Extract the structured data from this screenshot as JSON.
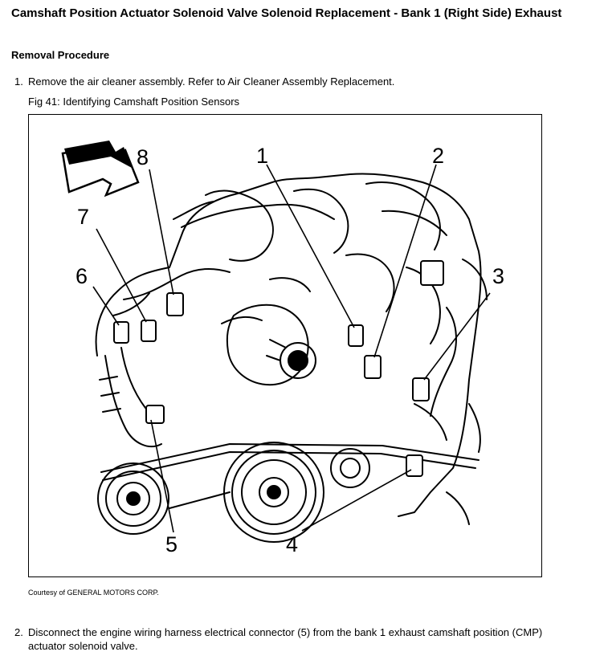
{
  "document": {
    "title": "Camshaft Position Actuator Solenoid Valve Solenoid Replacement - Bank 1 (Right Side) Exhaust",
    "section_heading": "Removal Procedure",
    "steps": [
      {
        "number": "1.",
        "text": "Remove the air cleaner assembly. Refer to Air Cleaner Assembly Replacement."
      },
      {
        "number": "2.",
        "text_line1": "Disconnect the engine wiring harness electrical connector (5) from the bank 1 exhaust camshaft position (CMP)",
        "text_line2": "actuator solenoid valve."
      }
    ],
    "figure": {
      "caption": "Fig 41: Identifying Camshaft Position Sensors",
      "callouts": [
        "1",
        "2",
        "3",
        "4",
        "5",
        "6",
        "7",
        "8"
      ],
      "credit": "Courtesy of GENERAL MOTORS CORP."
    }
  }
}
